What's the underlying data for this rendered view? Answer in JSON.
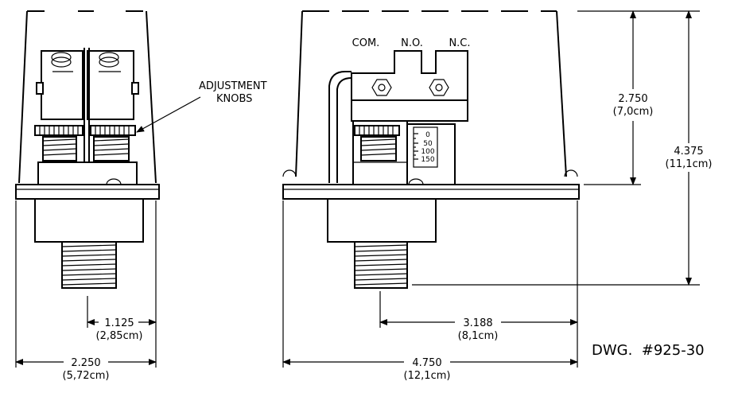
{
  "drawing": {
    "number": "DWG.  #925-30"
  },
  "labels": {
    "com": "COM.",
    "no": "N.O.",
    "nc": "N.C.",
    "adjustment_line1": "ADJUSTMENT",
    "adjustment_line2": "KNOBS"
  },
  "scale_marks": [
    "0",
    "50",
    "100",
    "150"
  ],
  "dimensions": {
    "d1125": {
      "value": "1.125",
      "metric": "(2,85cm)"
    },
    "d2250": {
      "value": "2.250",
      "metric": "(5,72cm)"
    },
    "d2750": {
      "value": "2.750",
      "metric": "(7,0cm)"
    },
    "d4375": {
      "value": "4.375",
      "metric": "(11,1cm)"
    },
    "d3188": {
      "value": "3.188",
      "metric": "(8,1cm)"
    },
    "d4750": {
      "value": "4.750",
      "metric": "(12,1cm)"
    }
  }
}
